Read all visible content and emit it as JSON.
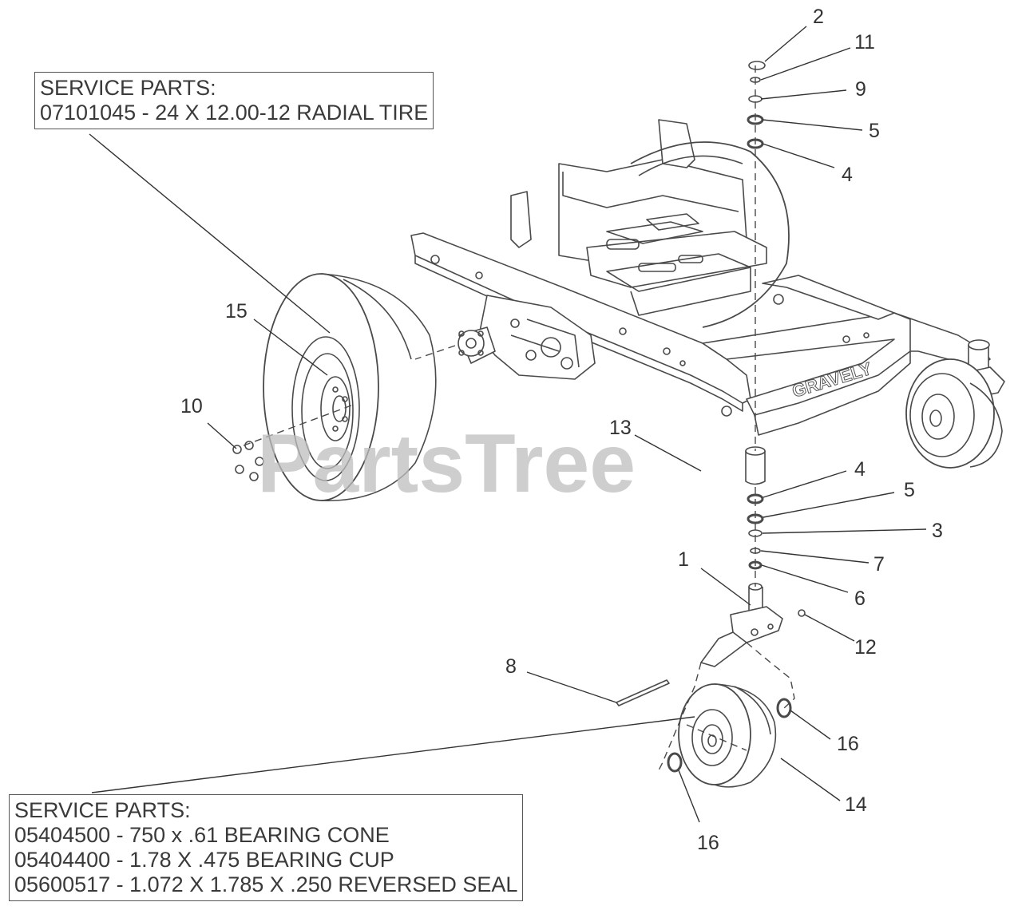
{
  "watermark": "PartsTree",
  "frame_brand": "GRAVELY",
  "notes": {
    "top": {
      "heading": "SERVICE PARTS:",
      "lines": [
        "07101045 - 24 X 12.00-12 RADIAL TIRE"
      ]
    },
    "bottom": {
      "heading": "SERVICE PARTS:",
      "lines": [
        "05404500 - 750 x .61 BEARING CONE",
        "05404400 - 1.78 X .475 BEARING CUP",
        "05600517 - 1.072 X 1.785 X .250 REVERSED SEAL"
      ]
    }
  },
  "callouts": [
    "2",
    "11",
    "9",
    "5",
    "4",
    "15",
    "10",
    "13",
    "4",
    "5",
    "3",
    "7",
    "6",
    "1",
    "12",
    "8",
    "16",
    "14",
    "16"
  ]
}
